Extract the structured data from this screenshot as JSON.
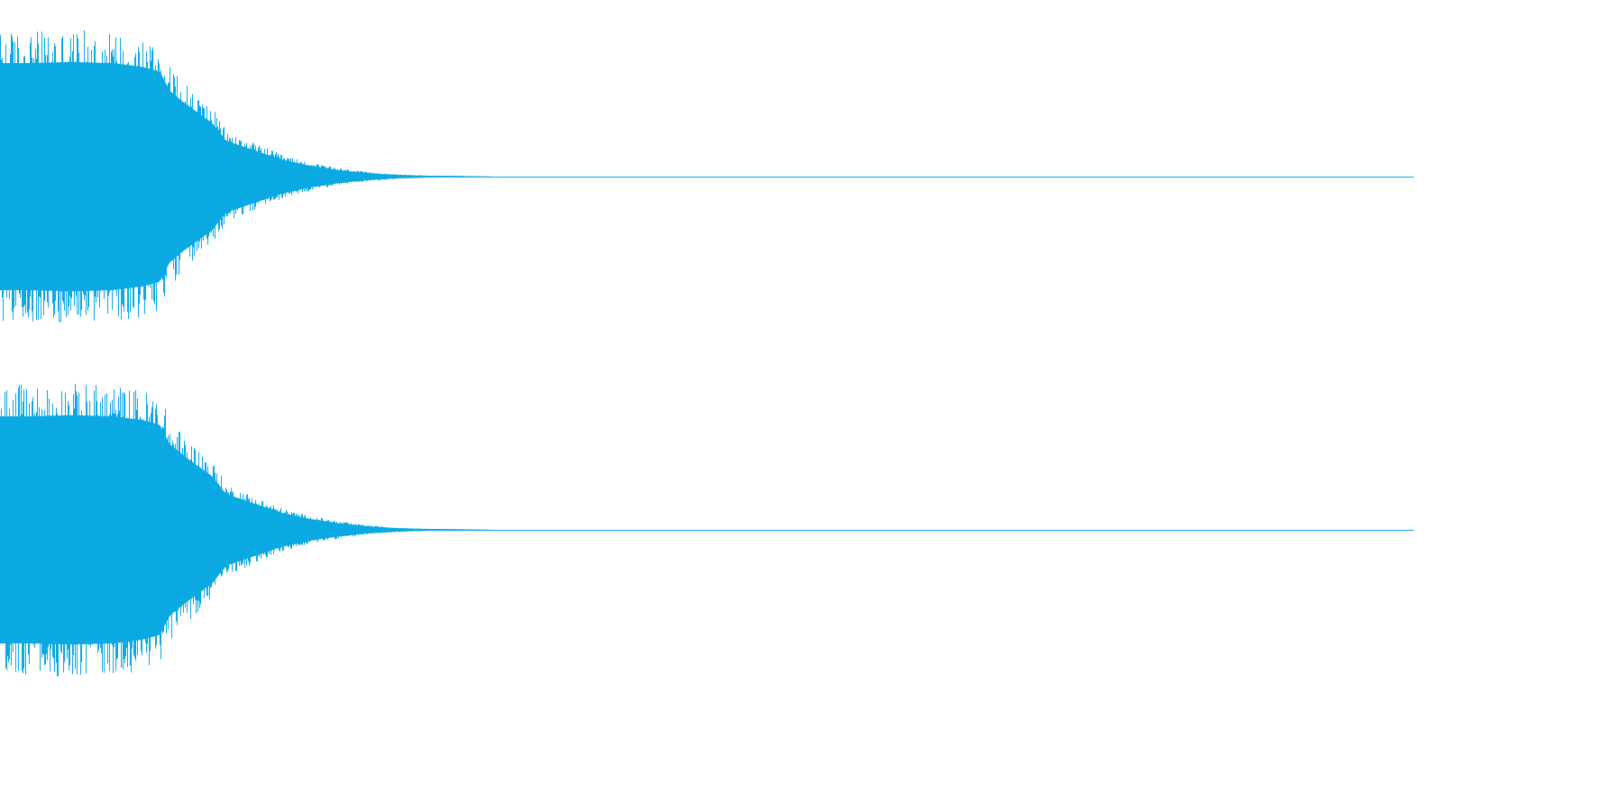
{
  "colors": {
    "waveform": "#0aa9e1",
    "background": "#ffffff"
  },
  "chart_data": {
    "type": "area",
    "kind": "stereo-waveform",
    "channels": [
      {
        "channel": 1,
        "envelope": {
          "t": [
            0.0,
            0.02,
            0.05,
            0.08,
            0.1,
            0.113,
            0.12,
            0.13,
            0.15,
            0.16,
            0.18,
            0.2,
            0.22,
            0.24,
            0.26,
            0.28,
            0.3,
            0.33,
            0.35,
            1.0
          ],
          "amp": [
            0.95,
            0.95,
            0.96,
            0.95,
            0.92,
            0.88,
            0.72,
            0.62,
            0.45,
            0.3,
            0.22,
            0.14,
            0.09,
            0.055,
            0.03,
            0.015,
            0.008,
            0.004,
            0.0,
            0.0
          ]
        }
      },
      {
        "channel": 2,
        "envelope": {
          "t": [
            0.0,
            0.02,
            0.05,
            0.08,
            0.1,
            0.113,
            0.12,
            0.13,
            0.15,
            0.16,
            0.18,
            0.2,
            0.22,
            0.24,
            0.26,
            0.28,
            0.3,
            0.33,
            0.35,
            1.0
          ],
          "amp": [
            0.95,
            0.95,
            0.96,
            0.95,
            0.92,
            0.88,
            0.72,
            0.62,
            0.45,
            0.3,
            0.22,
            0.14,
            0.09,
            0.055,
            0.03,
            0.015,
            0.008,
            0.004,
            0.0,
            0.0
          ]
        }
      }
    ],
    "xlim": [
      0,
      1
    ],
    "ylim": [
      -1,
      1
    ],
    "grid": false,
    "axes_visible": false
  }
}
